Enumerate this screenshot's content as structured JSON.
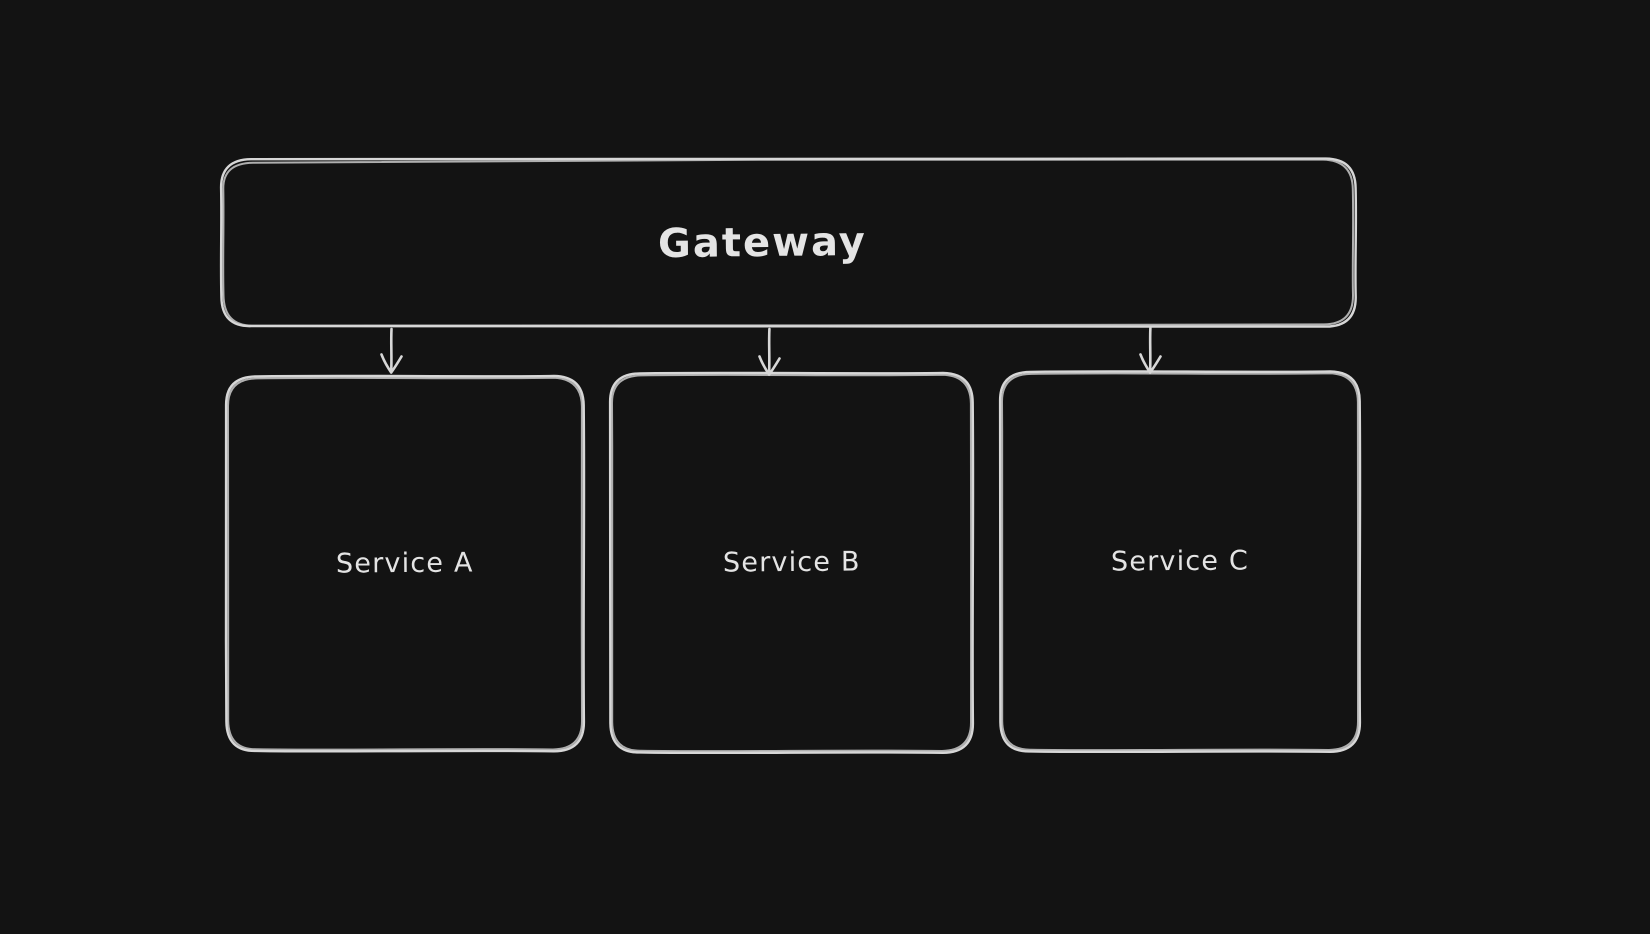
{
  "theme": {
    "background": "#131313",
    "stroke": "#d7d7d7",
    "text": "#e4e4e4"
  },
  "nodes": {
    "gateway": {
      "label": "Gateway"
    },
    "services": [
      {
        "label": "Service A"
      },
      {
        "label": "Service B"
      },
      {
        "label": "Service C"
      }
    ]
  },
  "edges": [
    {
      "from": "Gateway",
      "to": "Service A"
    },
    {
      "from": "Gateway",
      "to": "Service B"
    },
    {
      "from": "Gateway",
      "to": "Service C"
    }
  ]
}
